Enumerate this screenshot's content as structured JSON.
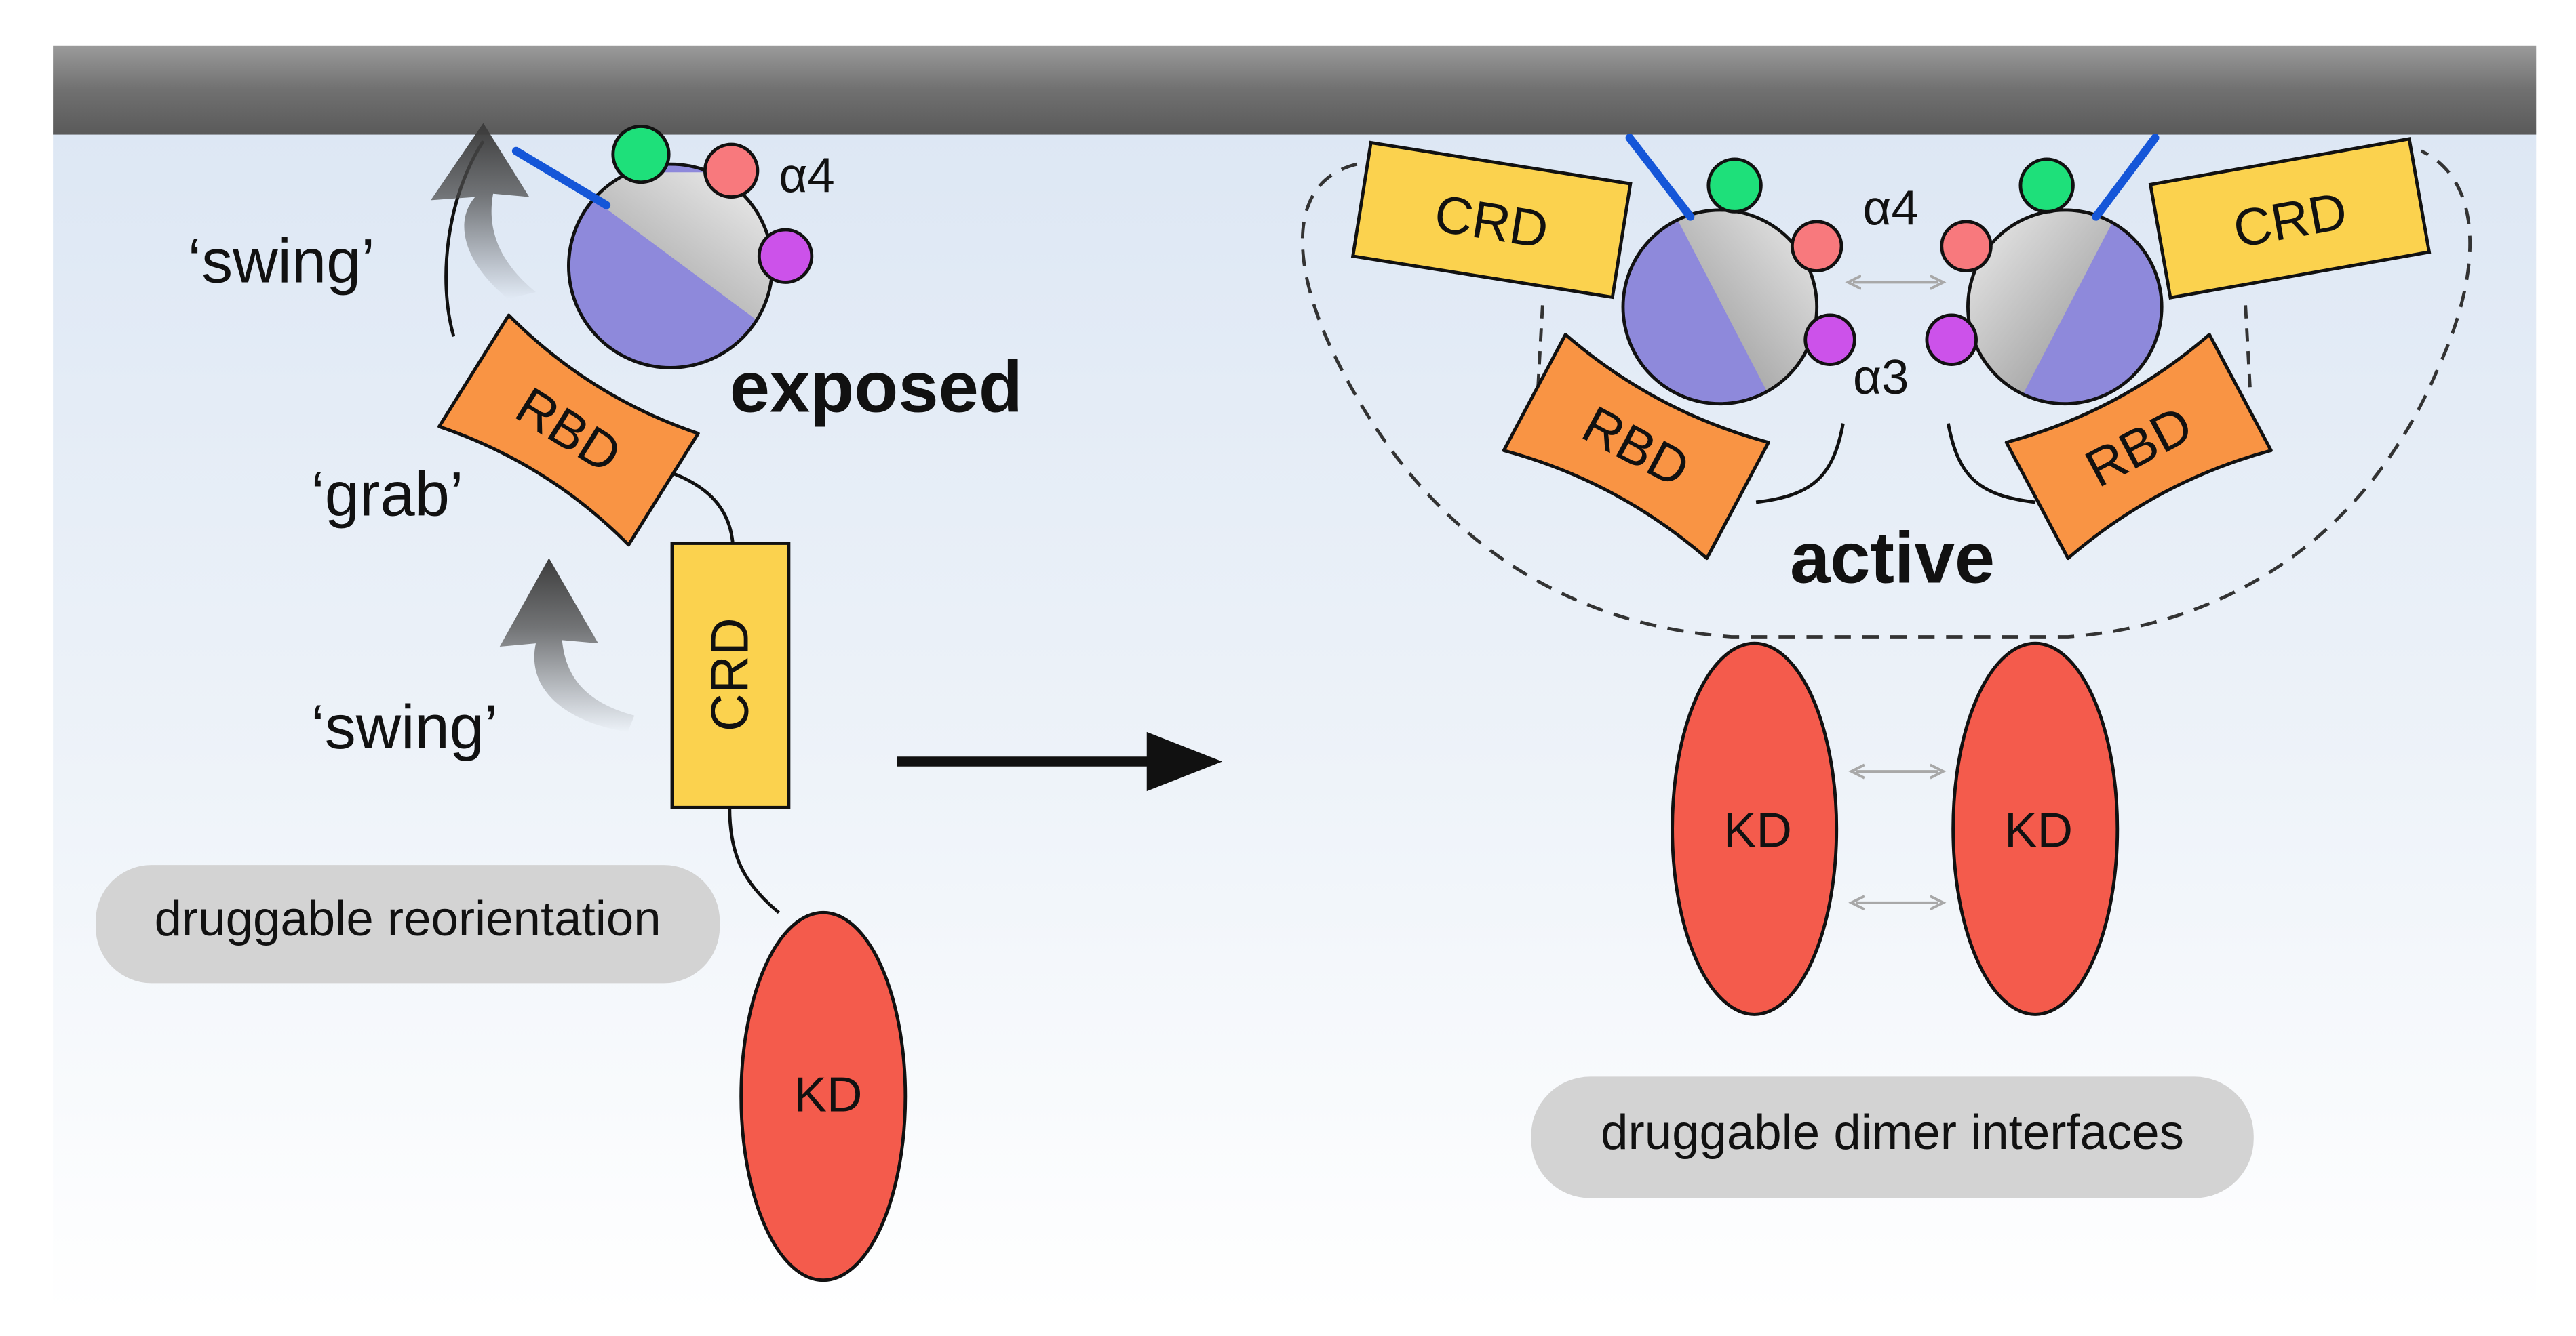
{
  "colors": {
    "membrane": "#6e6e6e",
    "background_top": "#dde7f4",
    "background_bottom": "#ffffff",
    "ras_blue": "#8e89db",
    "crd_yellow": "#fbd24e",
    "rbd_orange": "#f99444",
    "kd_red": "#f45b4c",
    "green_dot": "#1ee07a",
    "pink_dot": "#f8797d",
    "magenta_dot": "#cc52ea",
    "blue_stalk": "#1556d8",
    "pill_gray": "#d3d3d3"
  },
  "left": {
    "alpha4": "α4",
    "swing_top": "‘swing’",
    "grab": "‘grab’",
    "swing_bottom": "‘swing’",
    "exposed": "exposed",
    "rbd": "RBD",
    "crd": "CRD",
    "kd": "KD",
    "pill": "druggable reorientation"
  },
  "right": {
    "alpha4": "α4",
    "alpha3": "α3",
    "active": "active",
    "crd_left": "CRD",
    "crd_right": "CRD",
    "rbd_left": "RBD",
    "rbd_right": "RBD",
    "kd_left": "KD",
    "kd_right": "KD",
    "pill": "druggable dimer interfaces"
  }
}
